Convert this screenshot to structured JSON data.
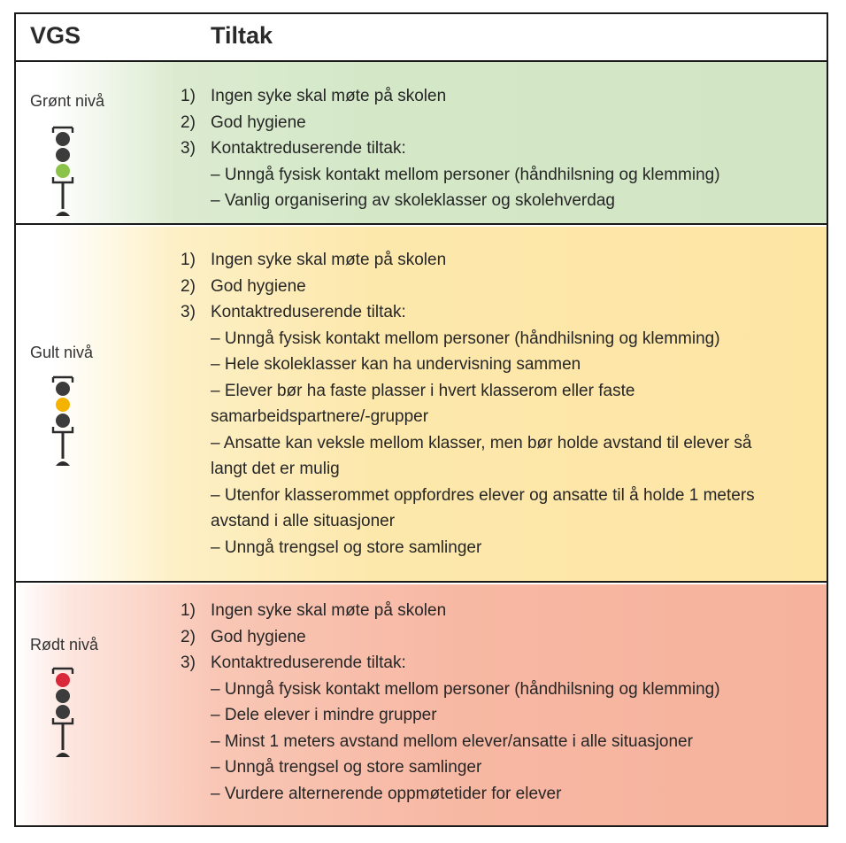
{
  "header": {
    "col1": "VGS",
    "col2": "Tiltak"
  },
  "colors": {
    "green_light": "#8bc34a",
    "yellow_light": "#f5b301",
    "red_light": "#d9283a",
    "off_light": "#3c3c3c"
  },
  "levels": [
    {
      "label": "Grønt nivå",
      "active": "bottom",
      "items": [
        {
          "num": "1)",
          "text": "Ingen syke skal møte på skolen"
        },
        {
          "num": "2)",
          "text": "God hygiene"
        },
        {
          "num": "3)",
          "text": "Kontaktreduserende tiltak:"
        }
      ],
      "sub": [
        "– Unngå fysisk kontakt mellom personer (håndhilsning og klemming)",
        "– Vanlig organisering av skoleklasser og skolehverdag"
      ]
    },
    {
      "label": "Gult nivå",
      "active": "middle",
      "items": [
        {
          "num": "1)",
          "text": "Ingen syke skal møte på skolen"
        },
        {
          "num": "2)",
          "text": "God hygiene"
        },
        {
          "num": "3)",
          "text": "Kontaktreduserende tiltak:"
        }
      ],
      "sub": [
        "– Unngå fysisk kontakt mellom personer (håndhilsning og klemming)",
        "– Hele skoleklasser kan ha undervisning sammen",
        "– Elever bør ha faste plasser i hvert klasserom eller faste samarbeidspartnere/-grupper",
        "– Ansatte kan veksle mellom klasser, men bør holde avstand til elever så langt det er mulig",
        "– Utenfor klasserommet oppfordres elever og ansatte til å holde 1 meters avstand i alle situasjoner",
        "– Unngå trengsel og store samlinger"
      ]
    },
    {
      "label": "Rødt nivå",
      "active": "top",
      "items": [
        {
          "num": "1)",
          "text": "Ingen syke skal møte på skolen"
        },
        {
          "num": "2)",
          "text": "God hygiene"
        },
        {
          "num": "3)",
          "text": "Kontaktreduserende tiltak:"
        }
      ],
      "sub": [
        "– Unngå fysisk kontakt mellom personer (håndhilsning og klemming)",
        "– Dele elever i mindre grupper",
        "– Minst 1 meters avstand mellom elever/ansatte i alle situasjoner",
        "– Unngå trengsel og store samlinger",
        "– Vurdere alternerende oppmøtetider for elever"
      ]
    }
  ]
}
